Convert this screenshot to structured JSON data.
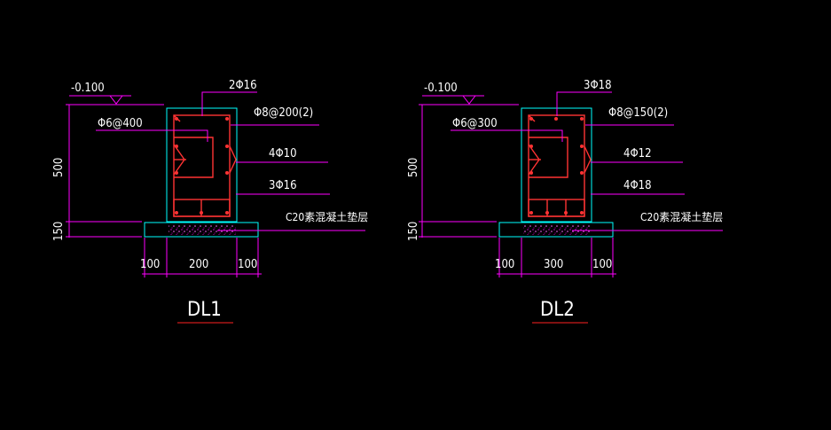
{
  "colors": {
    "background": "#000000",
    "dimension": "#ff00ff",
    "outline": "#00ffff",
    "rebar": "#ff3333",
    "rebar_dot": "#ff3333",
    "text": "#ffffff",
    "title_underline": "#ff2222",
    "concrete_fill": "#aa00aa"
  },
  "details": [
    {
      "id": "DL1",
      "title": "DL1",
      "level_label": "-0.100",
      "stirrup_label": "Φ8@200(2)",
      "top_bar_label": "2Φ16",
      "side_stirrup_label": "Φ6@400",
      "side_bar_label": "4Φ10",
      "bottom_bar_label": "3Φ16",
      "cushion_label": "C20素混凝土垫层",
      "height_dim": "500",
      "cushion_dim": "150",
      "dim_left": "100",
      "dim_mid": "200",
      "dim_right": "100",
      "bottom_bar_count": 3
    },
    {
      "id": "DL2",
      "title": "DL2",
      "level_label": "-0.100",
      "stirrup_label": "Φ8@150(2)",
      "top_bar_label": "3Φ18",
      "side_stirrup_label": "Φ6@300",
      "side_bar_label": "4Φ12",
      "bottom_bar_label": "4Φ18",
      "cushion_label": "C20素混凝土垫层",
      "height_dim": "500",
      "cushion_dim": "150",
      "dim_left": "100",
      "dim_mid": "300",
      "dim_right": "100",
      "bottom_bar_count": 4
    }
  ]
}
